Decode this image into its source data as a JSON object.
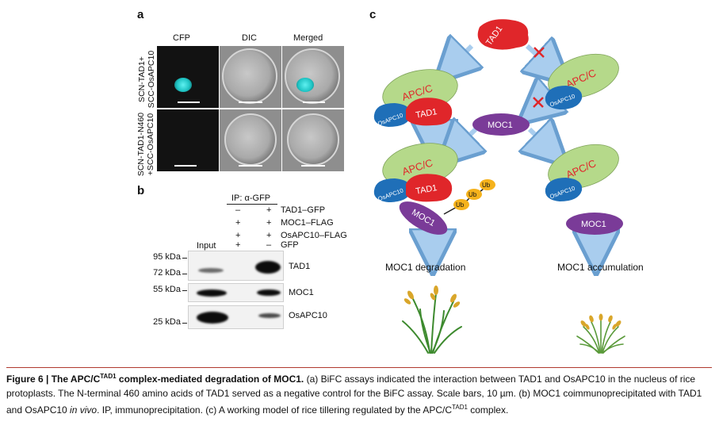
{
  "panel_a": {
    "letter": "a",
    "columns": [
      "CFP",
      "DIC",
      "Merged"
    ],
    "row1_label": [
      "SCN-TAD1+",
      "SCC-OsAPC10"
    ],
    "row2_label": [
      "SCN-TAD1-N460",
      "+SCC-OsAPC10"
    ]
  },
  "panel_b": {
    "letter": "b",
    "ip_header": "IP: α-GFP",
    "col_input": "Input",
    "rows": [
      {
        "signs": [
          "–",
          "+"
        ],
        "label": "TAD1–GFP"
      },
      {
        "signs": [
          "+",
          "+"
        ],
        "label": "MOC1–FLAG"
      },
      {
        "signs": [
          "+",
          "+"
        ],
        "label": "OsAPC10–FLAG"
      },
      {
        "signs": [
          "+",
          "–"
        ],
        "label": "GFP"
      }
    ],
    "blots": [
      {
        "label": "TAD1",
        "markers": [
          "95 kDa",
          "72 kDa"
        ]
      },
      {
        "label": "MOC1",
        "markers": [
          "55 kDa"
        ]
      },
      {
        "label": "OsAPC10",
        "markers": [
          "25 kDa"
        ]
      }
    ]
  },
  "panel_c": {
    "letter": "c",
    "tad1": "TAD1",
    "apcc": "APC/C",
    "osapc10": "OsAPC10",
    "moc1": "MOC1",
    "ub": "Ub",
    "degradation": "MOC1 degradation",
    "accumulation": "MOC1 accumulation"
  },
  "caption": {
    "title": "Figure 6 | The APC/C",
    "title_sup": "TAD1",
    "title_rest": " complex-mediated degradation of MOC1.",
    "part1": " (a) BiFC assays indicated the interaction between TAD1 and OsAPC10 in the nucleus of rice protoplasts. The N-terminal 460 amino acids of TAD1 served as a negative control for the BiFC assay. Scale bars, 10 µm. (b) MOC1 coimmunoprecipitated with TAD1 and OsAPC10 ",
    "in_vivo": "in vivo",
    "part2": ". IP, immunoprecipitation. (c) A working model of rice tillering regulated by the APC/C",
    "sup2": "TAD1",
    "part3": " complex."
  },
  "colors": {
    "tad1_red": "#e0262a",
    "apcc_green": "#b5d98a",
    "osapc10_blue": "#1f6fb8",
    "moc1_purple": "#7a3b98",
    "ub_yellow": "#f5b21c",
    "arrow_blue": "#a9cdee",
    "cross_red": "#e0262a",
    "cfp_cyan": "#1fc4c4"
  }
}
